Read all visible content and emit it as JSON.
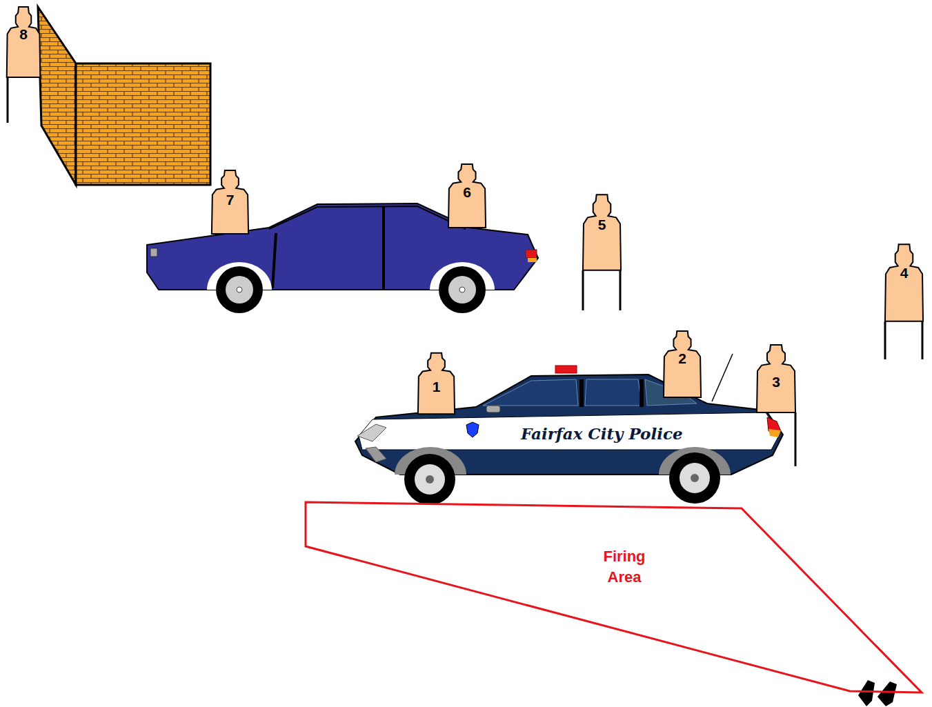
{
  "diagram": {
    "nodes": [
      {
        "text": [
          "1"
        ]
      },
      {
        "text": [
          "2"
        ]
      },
      {
        "text": [
          "3"
        ]
      },
      {
        "text": [
          "4"
        ]
      },
      {
        "text": [
          "5"
        ]
      },
      {
        "text": [
          "6"
        ]
      },
      {
        "text": [
          "7"
        ]
      },
      {
        "text": [
          "8"
        ]
      },
      {
        "text": [
          "Firing Area"
        ]
      }
    ],
    "labels": [
      "Fairfax City Police"
    ]
  }
}
